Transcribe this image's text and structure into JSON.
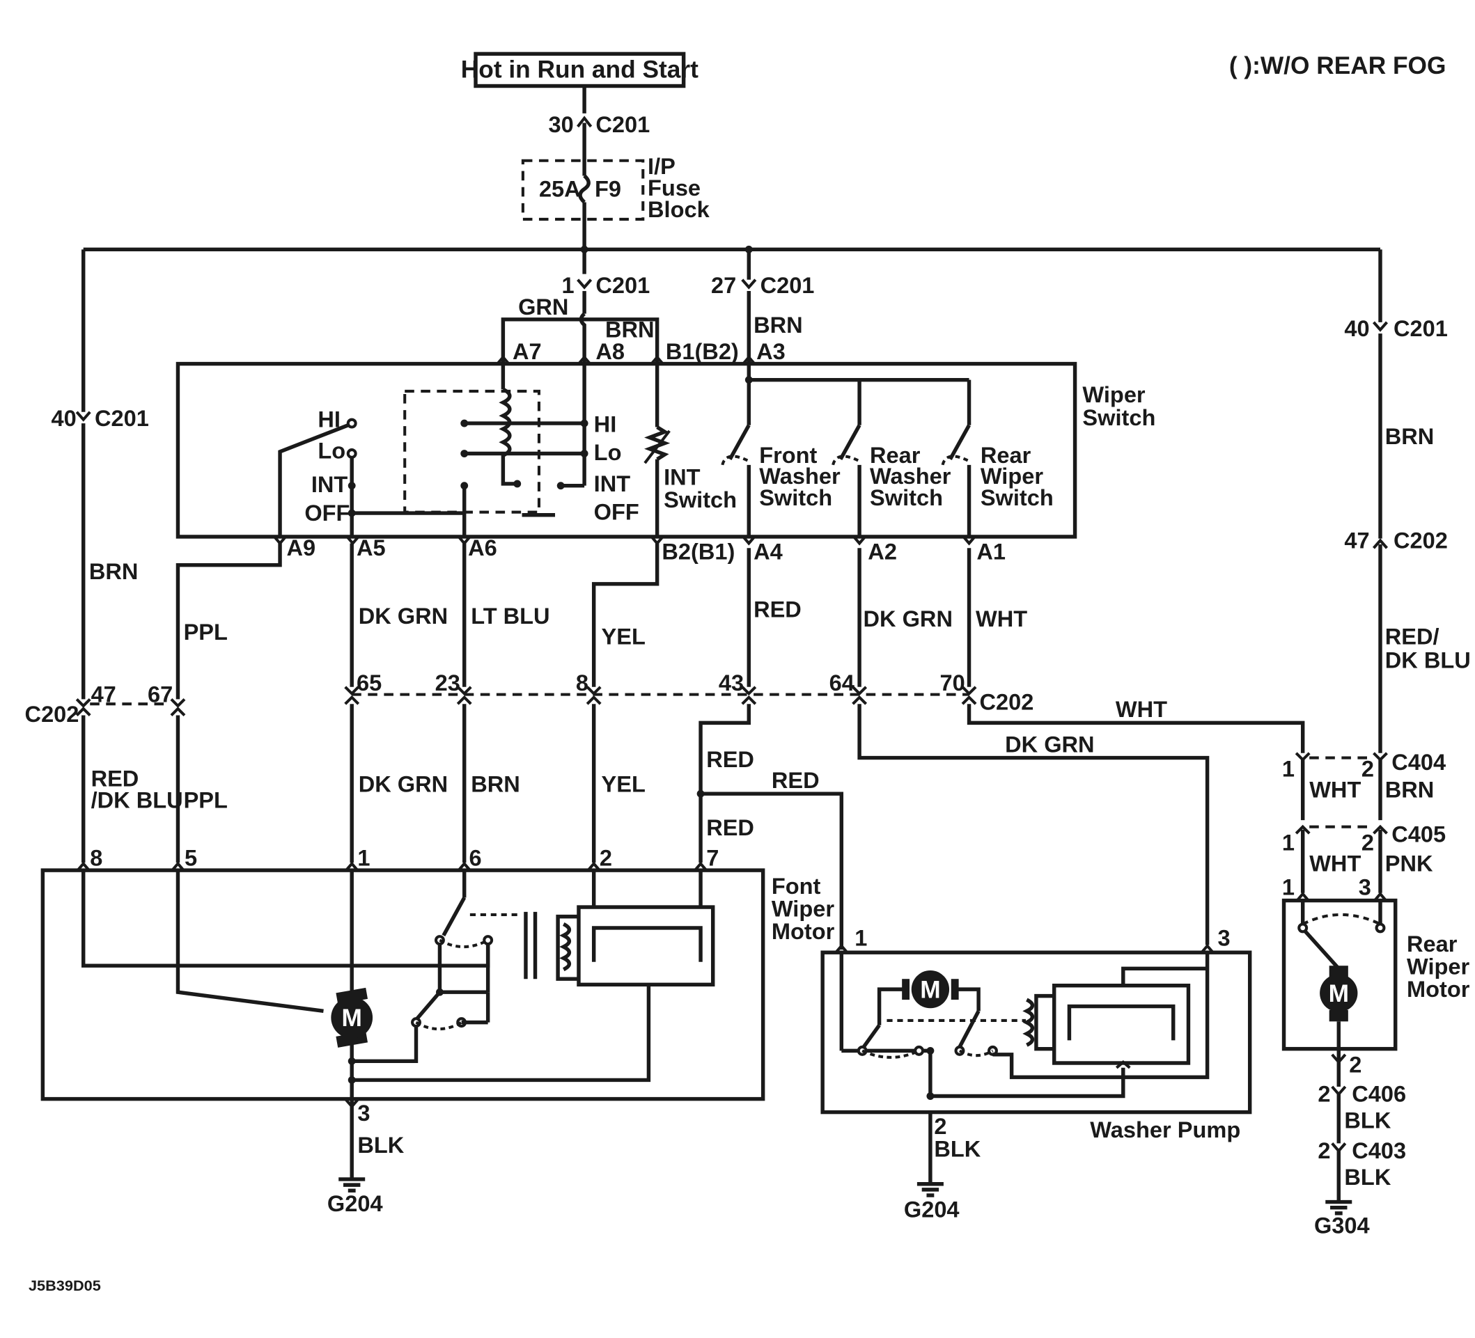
{
  "power_label": "Hot in Run and Start",
  "note": "( ):W/O REAR FOG",
  "drawing_id": "J5B39D05",
  "fuse": {
    "rating": "25A",
    "id": "F9",
    "block_l1": "I/P",
    "block_l2": "Fuse",
    "block_l3": "Block"
  },
  "conn": {
    "c201": "C201",
    "c202": "C202",
    "c404": "C404",
    "c405": "C405",
    "c406": "C406",
    "c403": "C403"
  },
  "pins": {
    "p30": "30",
    "p1": "1",
    "p27": "27",
    "p40": "40",
    "p47": "47",
    "p67": "67",
    "p65": "65",
    "p23": "23",
    "p8": "8",
    "p43": "43",
    "p64": "64",
    "p70": "70",
    "p2": "2",
    "p3": "3",
    "p5": "5",
    "p6": "6",
    "p7": "7"
  },
  "wire_colors": {
    "grn": "GRN",
    "brn": "BRN",
    "ppl": "PPL",
    "dk_grn": "DK GRN",
    "lt_blu": "LT BLU",
    "yel": "YEL",
    "red": "RED",
    "wht": "WHT",
    "red_dk_blu_1": "RED/",
    "red_dk_blu_2": "DK BLU",
    "red_dk_blu_3": "RED",
    "red_dk_blu_4": "/DK BLU",
    "blk": "BLK",
    "pnk": "PNK"
  },
  "switch_terminals": {
    "a7": "A7",
    "a8": "A8",
    "b1b2": "B1(B2)",
    "a3": "A3",
    "a9": "A9",
    "a5": "A5",
    "a6": "A6",
    "b2b1": "B2(B1)",
    "a4": "A4",
    "a2": "A2",
    "a1": "A1"
  },
  "positions": {
    "hi": "HI",
    "lo": "Lo",
    "int": "INT",
    "off": "OFF"
  },
  "wiper_switch": {
    "l1": "Wiper",
    "l2": "Switch"
  },
  "int_switch": {
    "l1": "INT",
    "l2": "Switch"
  },
  "front_washer_switch": {
    "l1": "Front",
    "l2": "Washer",
    "l3": "Switch"
  },
  "rear_washer_switch": {
    "l1": "Rear",
    "l2": "Washer",
    "l3": "Switch"
  },
  "rear_wiper_switch": {
    "l1": "Rear",
    "l2": "Wiper",
    "l3": "Switch"
  },
  "front_wiper_motor": {
    "l1": "Font",
    "l2": "Wiper",
    "l3": "Motor"
  },
  "washer_pump": {
    "label": "Washer  Pump"
  },
  "rear_wiper_motor": {
    "l1": "Rear",
    "l2": "Wiper",
    "l3": "Motor"
  },
  "motor_symbol": "M",
  "grounds": {
    "g204_front": "G204",
    "g204_pump": "G204",
    "g304": "G304"
  }
}
